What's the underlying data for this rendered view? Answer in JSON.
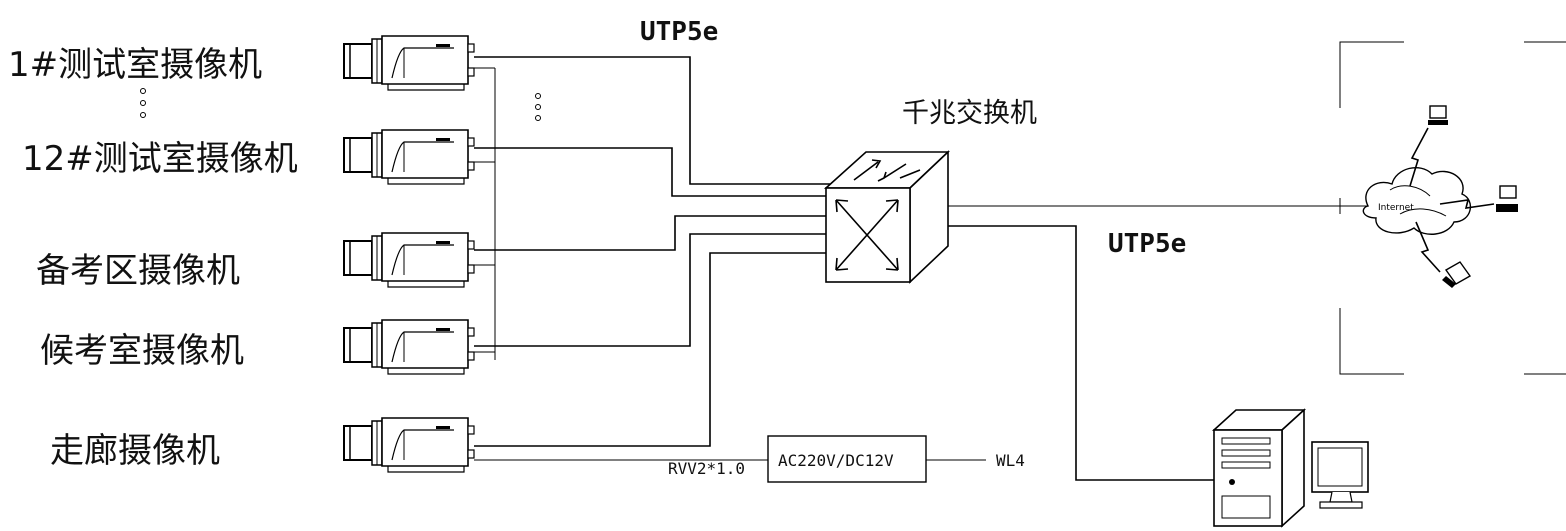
{
  "cameras": [
    {
      "label": "1#测试室摄像机"
    },
    {
      "label": "12#测试室摄像机"
    },
    {
      "label": "备考区摄像机"
    },
    {
      "label": "候考室摄像机"
    },
    {
      "label": "走廊摄像机"
    }
  ],
  "switch": {
    "label": "千兆交换机"
  },
  "cables": {
    "utp_top": "UTP5e",
    "utp_right": "UTP5e",
    "rvv": "RVV2*1.0"
  },
  "power": {
    "adapter": "AC220V/DC12V",
    "wl": "WL4"
  },
  "internet": {
    "label": "Internet"
  },
  "icons": [
    "camera-icon",
    "network-switch-icon",
    "internet-cloud-icon",
    "computer-icon",
    "monitor-icon",
    "laptop-icon"
  ]
}
